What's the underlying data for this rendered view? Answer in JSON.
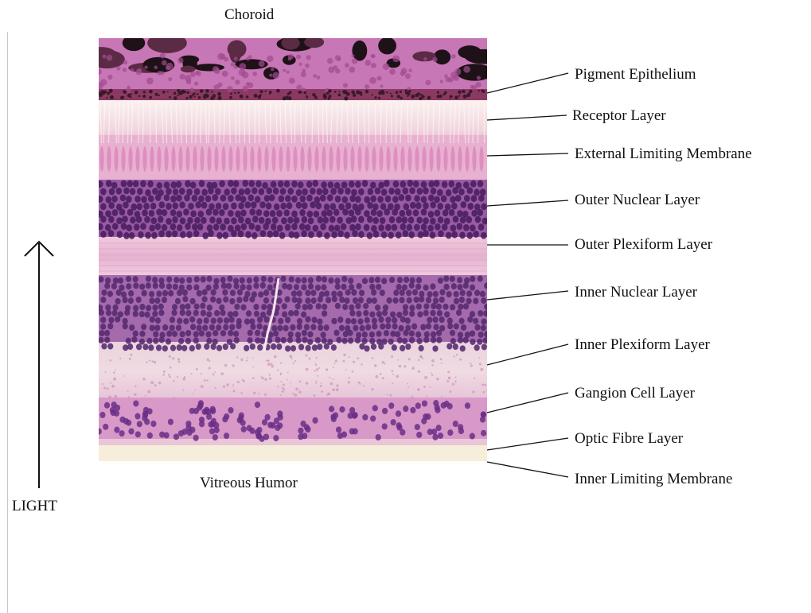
{
  "diagram": {
    "top_label": "Choroid",
    "bottom_label": "Vitreous Humor",
    "direction_label": "LIGHT",
    "layers": [
      {
        "label": "Pigment Epithelium"
      },
      {
        "label": "Receptor Layer"
      },
      {
        "label": "External Limiting Membrane"
      },
      {
        "label": "Outer Nuclear Layer"
      },
      {
        "label": "Outer Plexiform Layer"
      },
      {
        "label": "Inner Nuclear Layer"
      },
      {
        "label": "Inner Plexiform Layer"
      },
      {
        "label": "Gangion Cell Layer"
      },
      {
        "label": "Optic Fibre Layer"
      },
      {
        "label": "Inner Limiting  Membrane"
      }
    ]
  },
  "colors": {
    "choroid": "#c46fb0",
    "pigment": "#2a1a22",
    "receptor": "#f0dfe3",
    "nuclei": "#5a2a78",
    "plexiform": "#e6b8d4",
    "pink": "#d990c8",
    "inner_membrane": "#f6eedb",
    "text": "#111111"
  }
}
